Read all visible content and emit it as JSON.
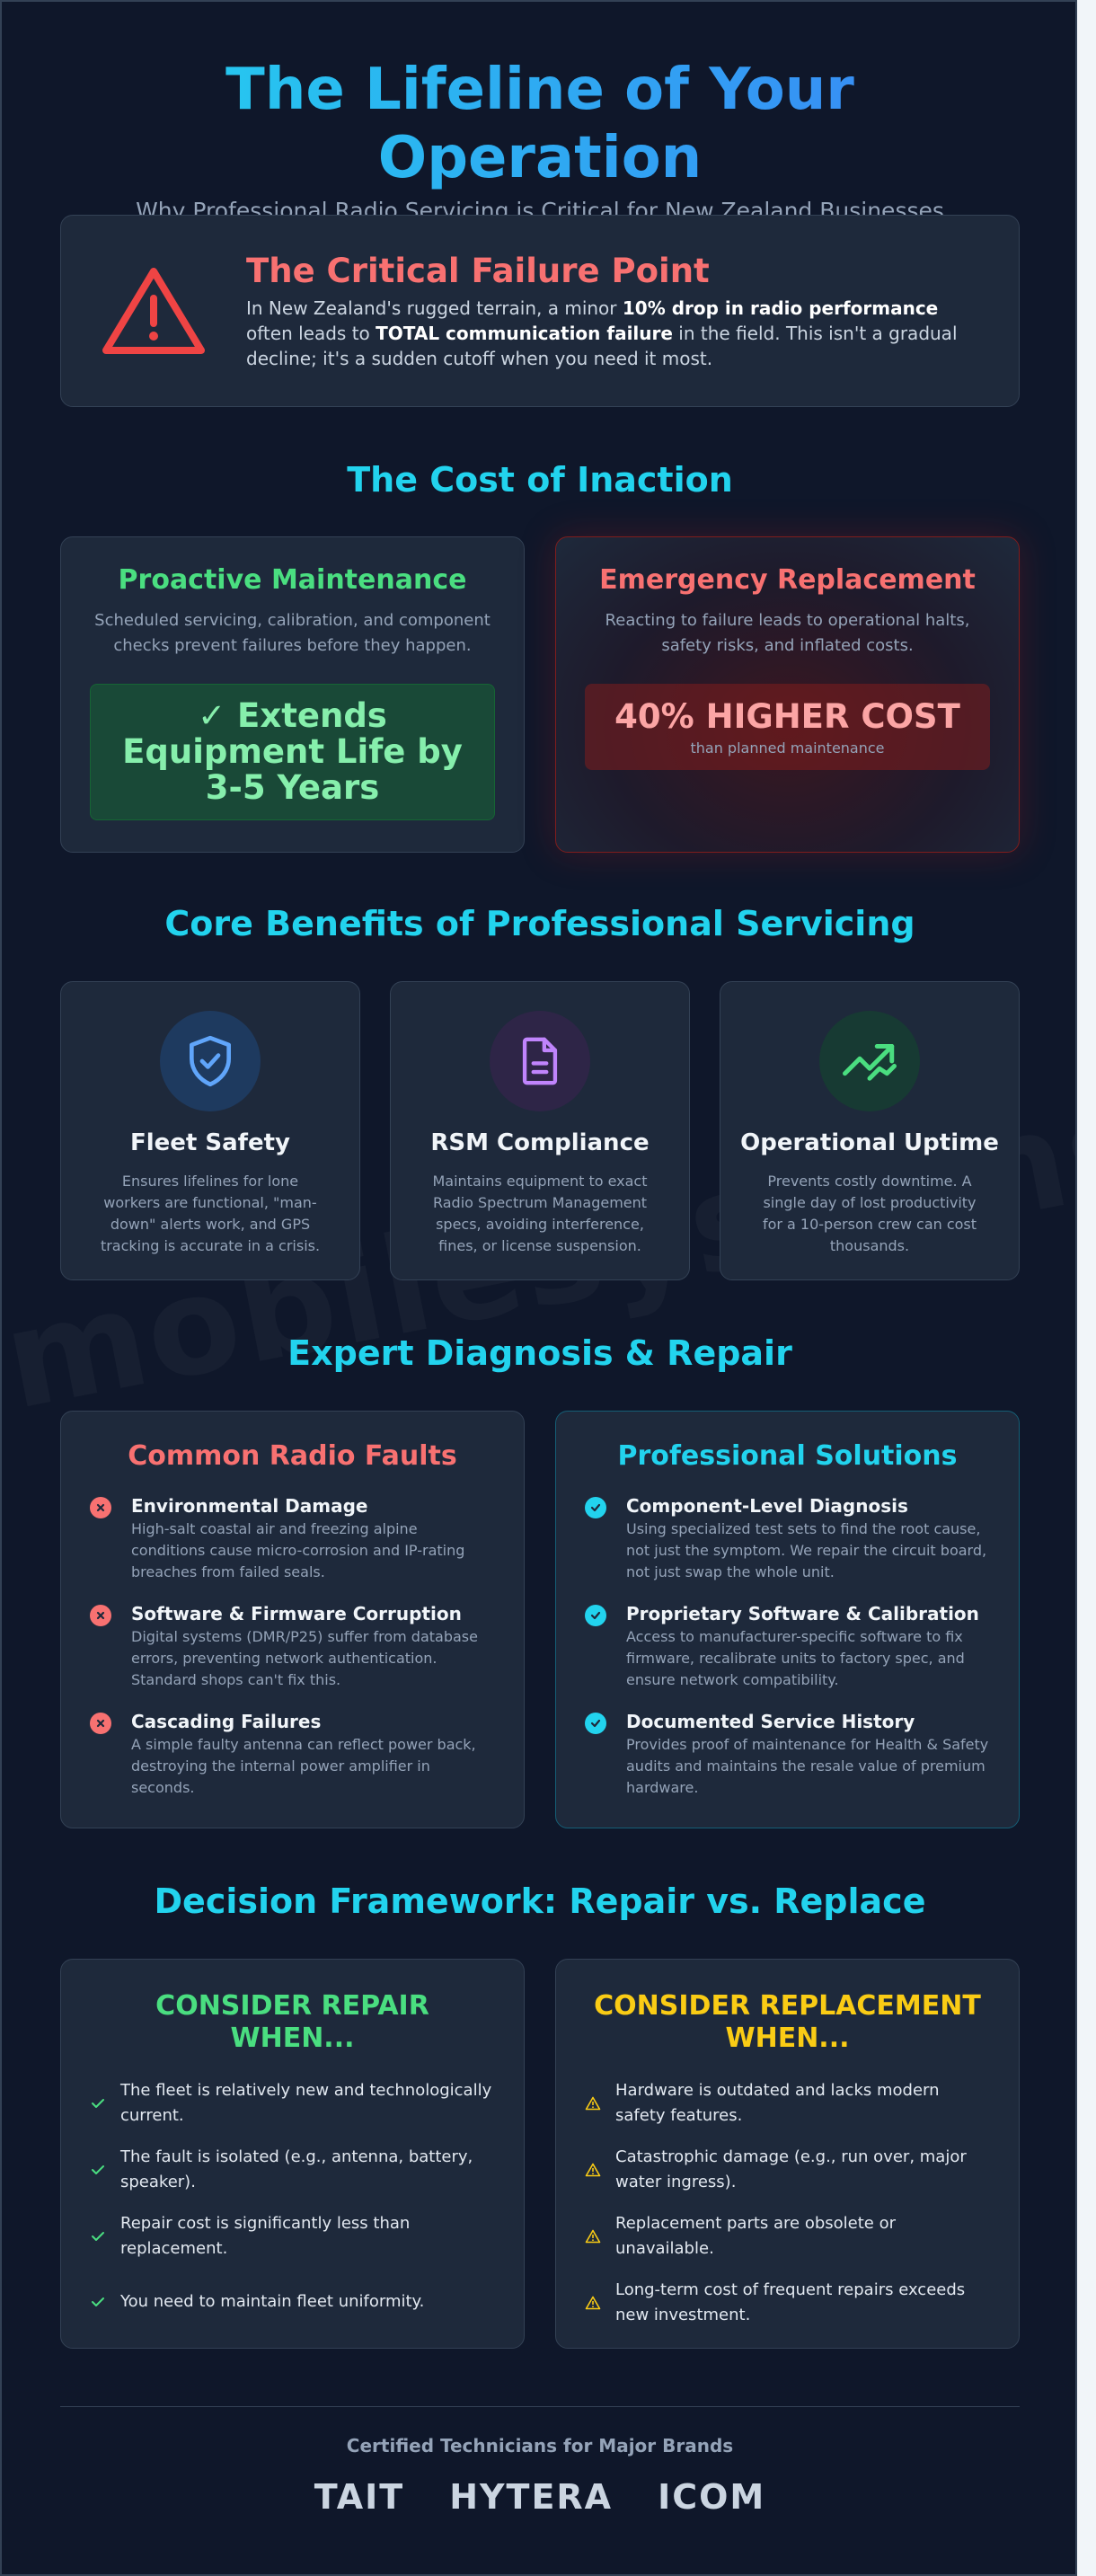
{
  "header": {
    "title": "The Lifeline of Your Operation",
    "subtitle": "Why Professional Radio Servicing is Critical for New Zealand Businesses"
  },
  "watermark": "mobilesystems.nz",
  "critical": {
    "title": "The Critical Failure Point",
    "text_1": "In New Zealand's rugged terrain, a minor ",
    "bold_1": "10% drop in radio performance",
    "text_2": " often leads to ",
    "bold_2": "TOTAL communication failure",
    "text_3": " in the field. This isn't a gradual decline; it's a sudden cutoff when you need it most."
  },
  "cost_section": {
    "title": "The Cost of Inaction",
    "proactive": {
      "title": "Proactive Maintenance",
      "desc": "Scheduled servicing, calibration, and component checks prevent failures before they happen.",
      "highlight": "✓ Extends Equipment Life by 3-5 Years"
    },
    "emergency": {
      "title": "Emergency Replacement",
      "desc": "Reacting to failure leads to operational halts, safety risks, and inflated costs.",
      "highlight": "40% HIGHER COST",
      "highlight_sub": "than planned maintenance"
    }
  },
  "benefits_section": {
    "title": "Core Benefits of Professional Servicing",
    "items": [
      {
        "icon": "shield-check-icon",
        "title": "Fleet Safety",
        "desc": "Ensures lifelines for lone workers are functional, \"man-down\" alerts work, and GPS tracking is accurate in a crisis."
      },
      {
        "icon": "document-icon",
        "title": "RSM Compliance",
        "desc": "Maintains equipment to exact Radio Spectrum Management specs, avoiding interference, fines, or license suspension."
      },
      {
        "icon": "trending-up-icon",
        "title": "Operational Uptime",
        "desc": "Prevents costly downtime. A single day of lost productivity for a 10-person crew can cost thousands."
      }
    ]
  },
  "diagnosis_section": {
    "title": "Expert Diagnosis & Repair",
    "faults": {
      "title": "Common Radio Faults",
      "items": [
        {
          "title": "Environmental Damage",
          "desc": "High-salt coastal air and freezing alpine conditions cause micro-corrosion and IP-rating breaches from failed seals."
        },
        {
          "title": "Software & Firmware Corruption",
          "desc": "Digital systems (DMR/P25) suffer from database errors, preventing network authentication. Standard shops can't fix this."
        },
        {
          "title": "Cascading Failures",
          "desc": "A simple faulty antenna can reflect power back, destroying the internal power amplifier in seconds."
        }
      ]
    },
    "solutions": {
      "title": "Professional Solutions",
      "items": [
        {
          "title": "Component-Level Diagnosis",
          "desc": "Using specialized test sets to find the root cause, not just the symptom. We repair the circuit board, not just swap the whole unit."
        },
        {
          "title": "Proprietary Software & Calibration",
          "desc": "Access to manufacturer-specific software to fix firmware, recalibrate units to factory spec, and ensure network compatibility."
        },
        {
          "title": "Documented Service History",
          "desc": "Provides proof of maintenance for Health & Safety audits and maintains the resale value of premium hardware."
        }
      ]
    }
  },
  "decision_section": {
    "title": "Decision Framework: Repair vs. Replace",
    "repair": {
      "title": "CONSIDER REPAIR WHEN...",
      "items": [
        "The fleet is relatively new and technologically current.",
        "The fault is isolated (e.g., antenna, battery, speaker).",
        "Repair cost is significantly less than replacement.",
        "You need to maintain fleet uniformity."
      ]
    },
    "replace": {
      "title": "CONSIDER REPLACEMENT WHEN...",
      "items": [
        "Hardware is outdated and lacks modern safety features.",
        "Catastrophic damage (e.g., run over, major water ingress).",
        "Replacement parts are obsolete or unavailable.",
        "Long-term cost of frequent repairs exceeds new investment."
      ]
    }
  },
  "footer": {
    "label": "Certified Technicians for Major Brands",
    "brands": [
      "TAIT",
      "HYTERA",
      "ICOM"
    ]
  },
  "colors": {
    "background": "#0f172a",
    "card": "#1e293b",
    "accent_cyan": "#22d3ee",
    "red": "#f87171",
    "green": "#4ade80",
    "yellow": "#facc15"
  }
}
